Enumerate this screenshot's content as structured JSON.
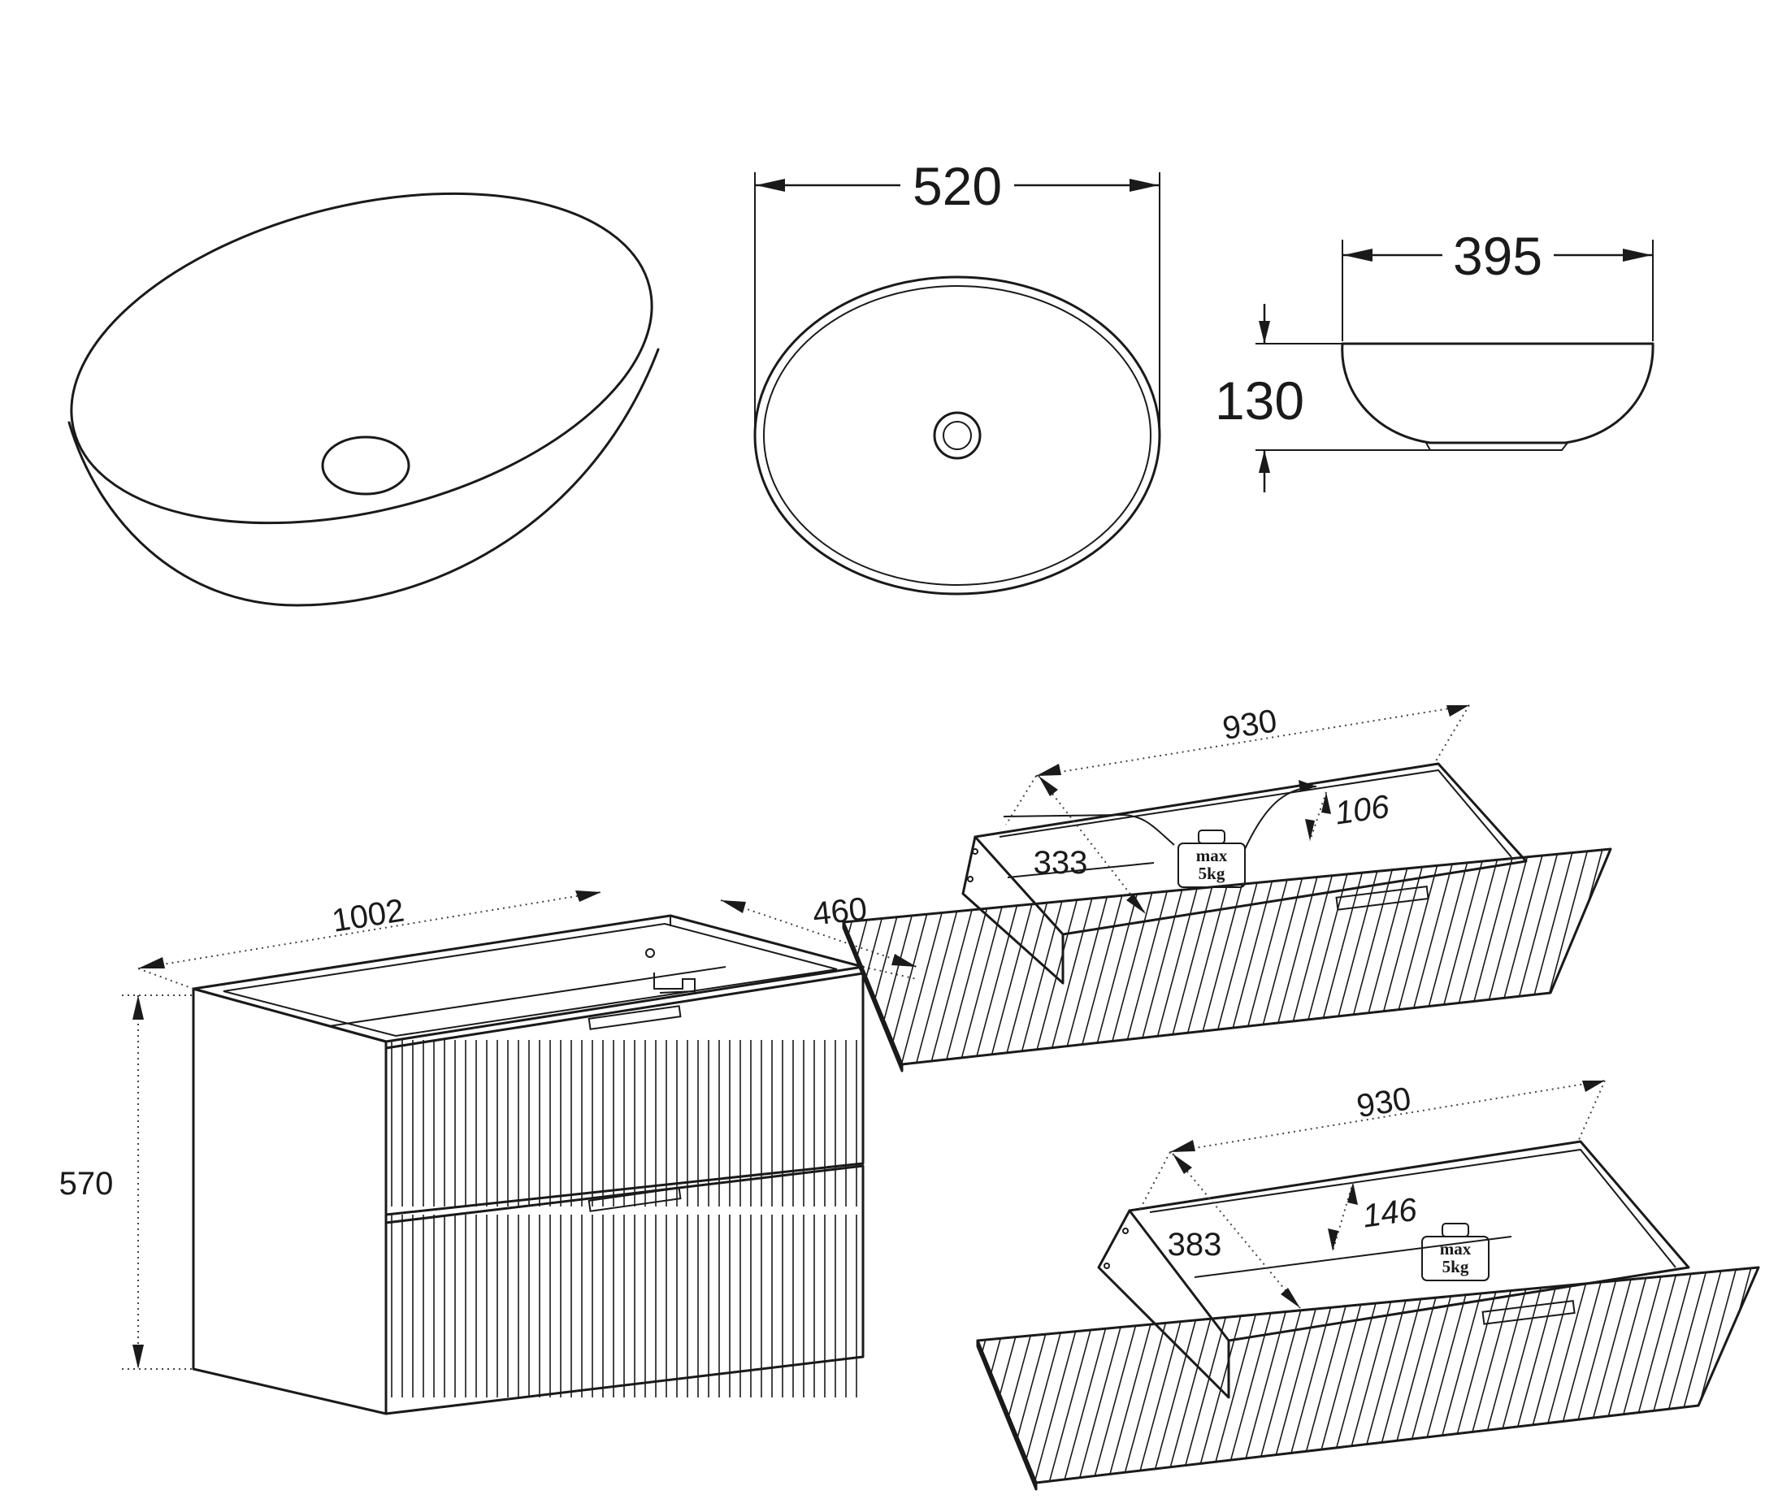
{
  "basin_top_view": {
    "width_label": "520"
  },
  "basin_side_view": {
    "depth_label": "395",
    "height_label": "130"
  },
  "cabinet": {
    "width_label": "1002",
    "depth_label": "460",
    "height_label": "570"
  },
  "upper_drawer": {
    "width_label": "930",
    "depth_label": "333",
    "height_label": "106",
    "weight_max_label": "max",
    "weight_value_label": "5kg"
  },
  "lower_drawer": {
    "width_label": "930",
    "depth_label": "383",
    "height_label": "146",
    "weight_max_label": "max",
    "weight_value_label": "5kg"
  }
}
